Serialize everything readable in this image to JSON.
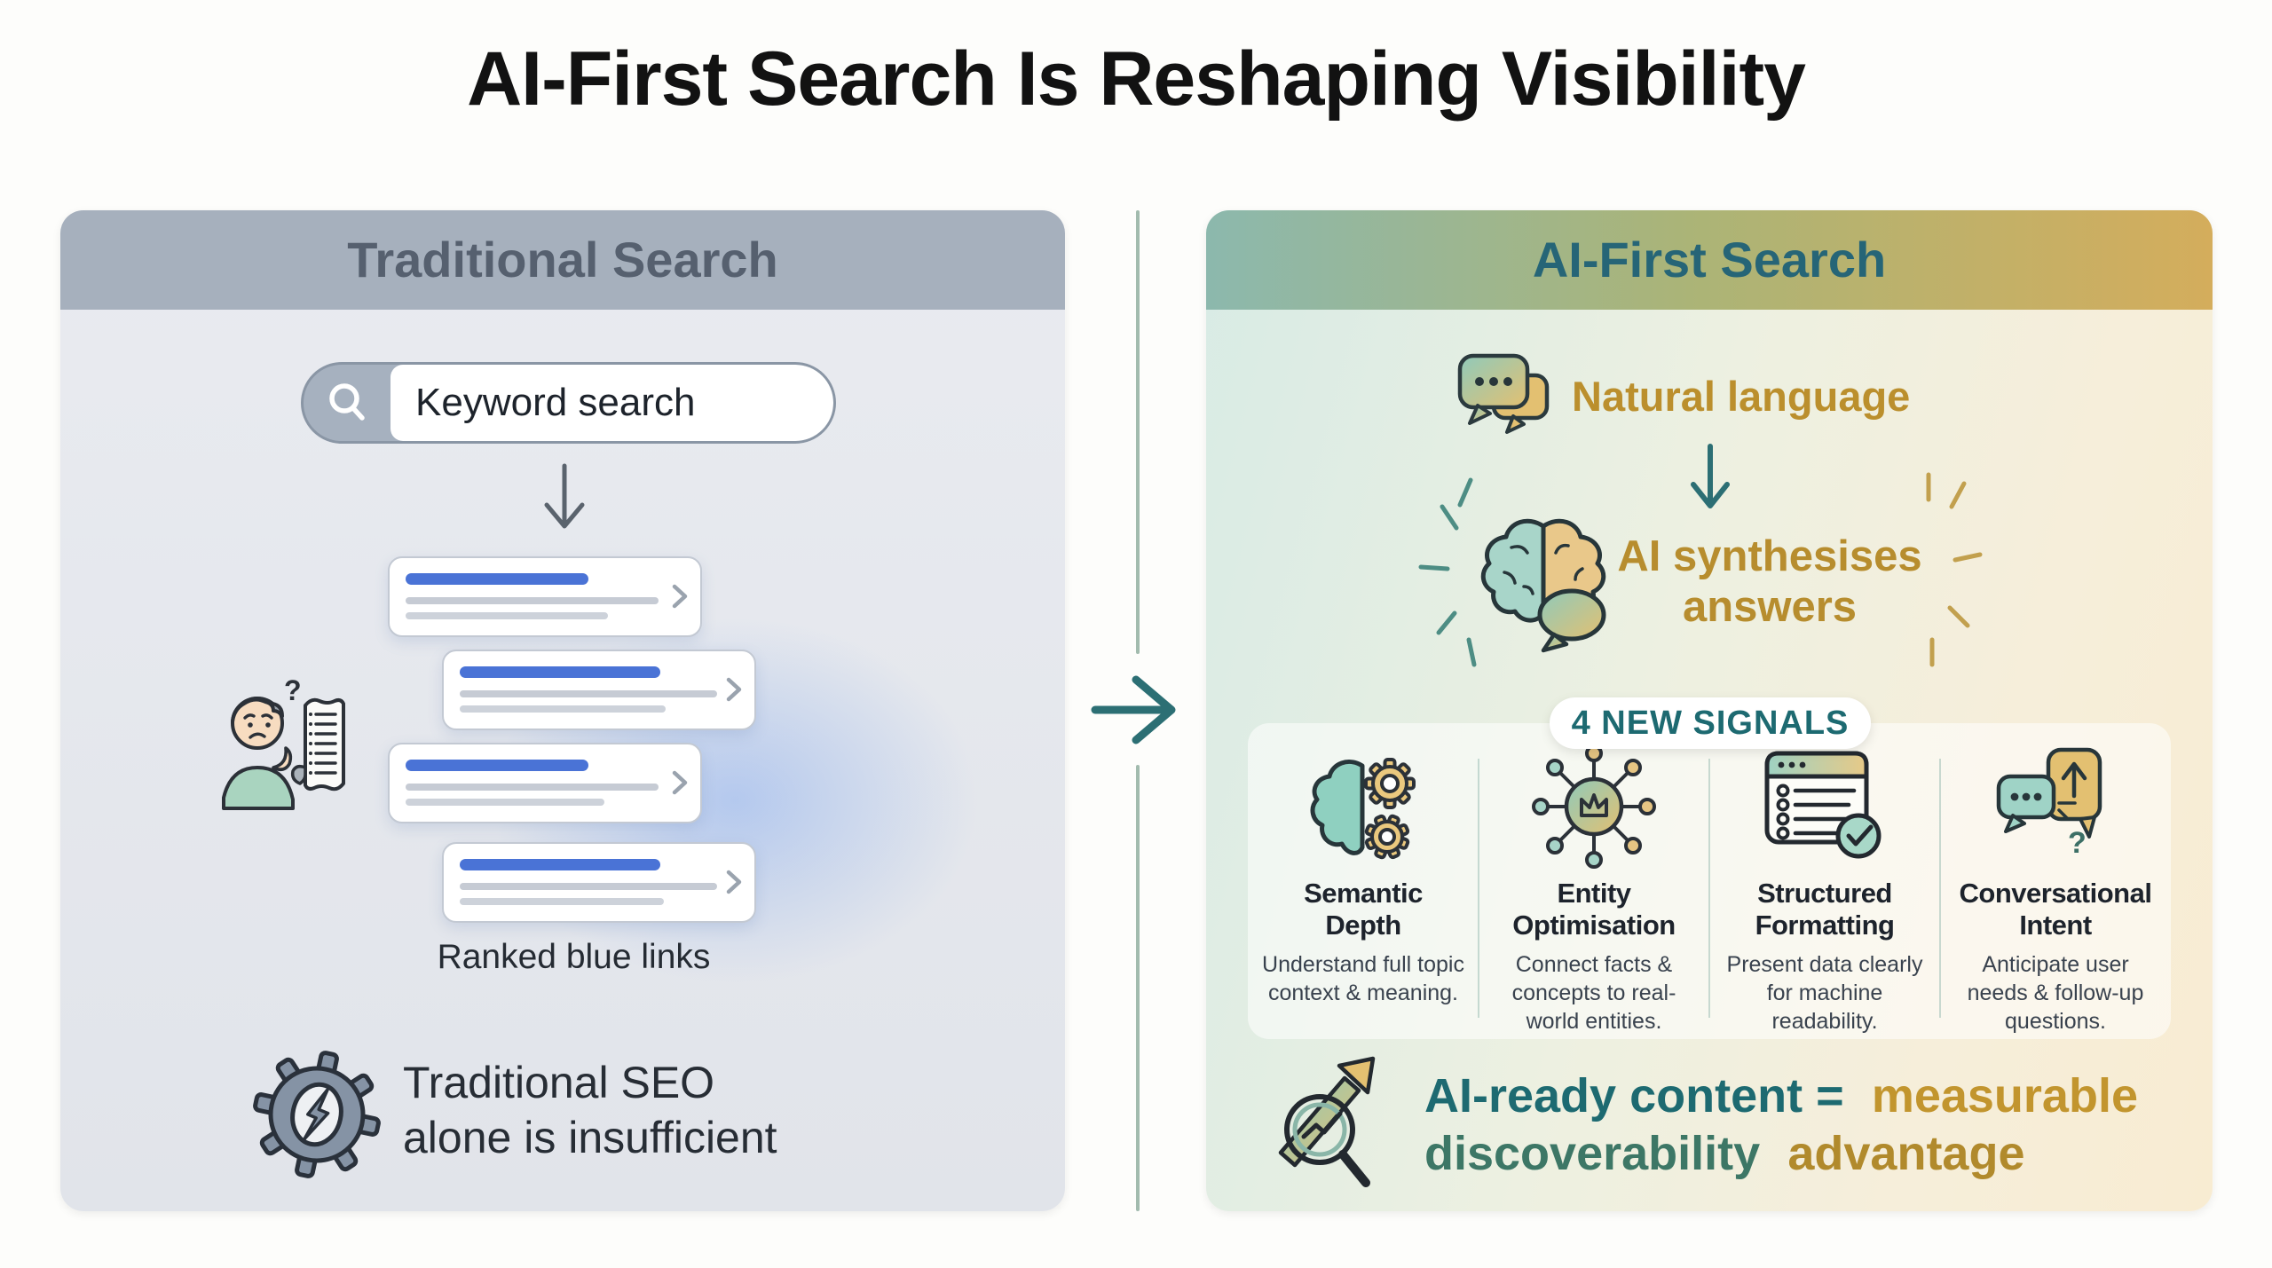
{
  "title": "AI-First Search Is Reshaping Visibility",
  "left_panel": {
    "header": "Traditional Search",
    "search_value": "Keyword search",
    "results_caption": "Ranked blue links",
    "footer": "Traditional SEO\nalone is insufficient"
  },
  "right_panel": {
    "header": "AI-First Search",
    "natural_language": "Natural language",
    "synthesis": "AI synthesises\nanswers",
    "signals_badge": "4 NEW SIGNALS",
    "signals": [
      {
        "title": "Semantic\nDepth",
        "desc": "Understand full topic context & meaning."
      },
      {
        "title": "Entity\nOptimisation",
        "desc": "Connect facts & concepts to real-world entities."
      },
      {
        "title": "Structured\nFormatting",
        "desc": "Present data clearly for machine readability."
      },
      {
        "title": "Conversational\nIntent",
        "desc": "Anticipate user needs & follow-up questions."
      }
    ],
    "conclusion": {
      "line1_teal": "AI-ready content =",
      "line1_gold": "measurable",
      "line2_teal": "discoverability",
      "line2_gold": "advantage"
    }
  },
  "colors": {
    "teal": "#2c6f74",
    "teal_dark": "#1d6a71",
    "gold": "#c2952e",
    "gold_text": "#bb8f2d",
    "link_blue": "#4a73d6",
    "slate_header_bg": "#a6b0bd",
    "slate_text": "#56606f"
  }
}
